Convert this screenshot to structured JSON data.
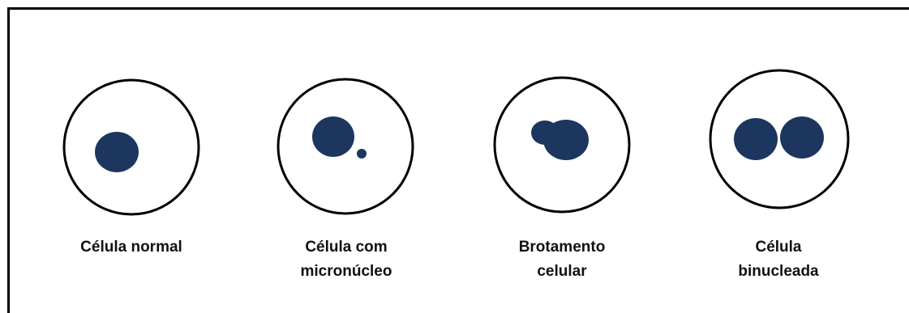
{
  "colors": {
    "nucleus": "#1c3660",
    "outline": "#000000",
    "background": "#ffffff"
  },
  "cells": [
    {
      "type": "normal",
      "label_lines": [
        "Célula normal"
      ]
    },
    {
      "type": "micronucleus",
      "label_lines": [
        "Célula com",
        "micronúcleo"
      ]
    },
    {
      "type": "budding",
      "label_lines": [
        "Brotamento",
        "celular"
      ]
    },
    {
      "type": "binucleate",
      "label_lines": [
        "Célula",
        "binucleada"
      ]
    }
  ]
}
